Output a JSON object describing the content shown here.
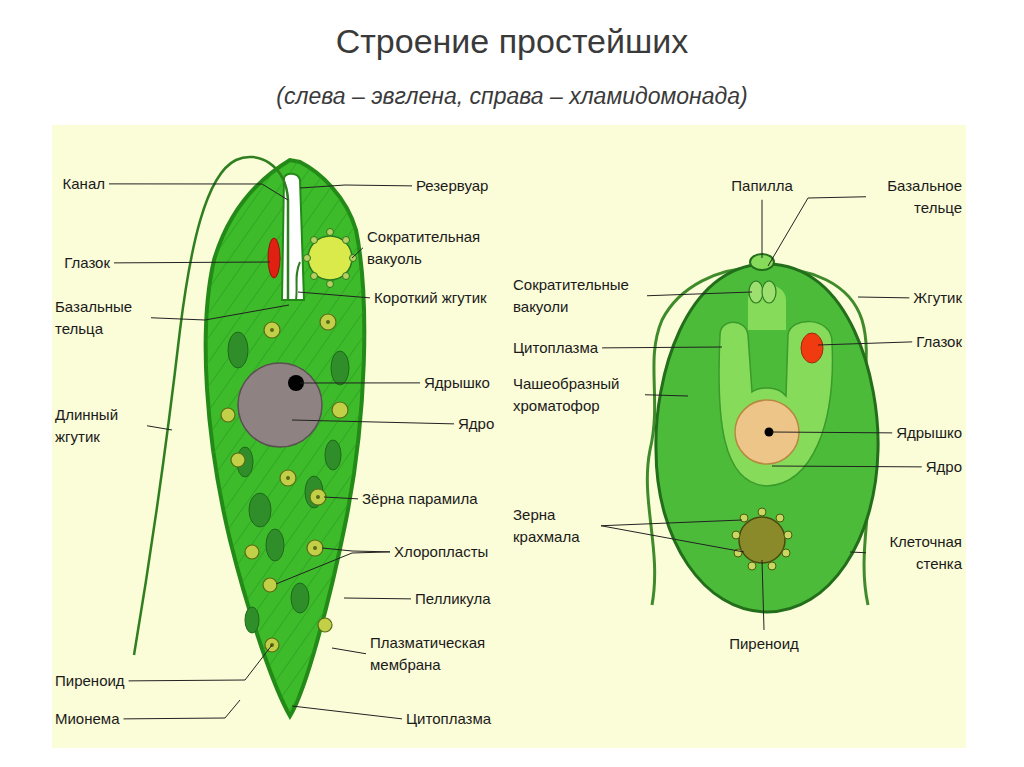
{
  "diagram": {
    "title": "Строение простейших",
    "labels": [
      "(слева – эвглена, справа – хламидомонада)",
      "Канал",
      "Глазок",
      "Базальные тельца",
      "Длинный жгутик",
      "Пиреноид",
      "Мионема",
      "Резервуар",
      "Сократительная вакуоль",
      "Короткий жгутик",
      "Ядрышко",
      "Ядро",
      "Зёрна парамила",
      "Хлоропласты",
      "Пелликула",
      "Плазматическая мембрана",
      "Цитоплазма",
      "Папилла",
      "Базальное тельце",
      "Сократительные вакуоли",
      "Жгутик",
      "Цитоплазма",
      "Глазок",
      "Чашеобразный хроматофор",
      "Ядрышко",
      "Ядро",
      "Зерна крахмала",
      "Клеточная стенка",
      "Пиреноид"
    ]
  }
}
